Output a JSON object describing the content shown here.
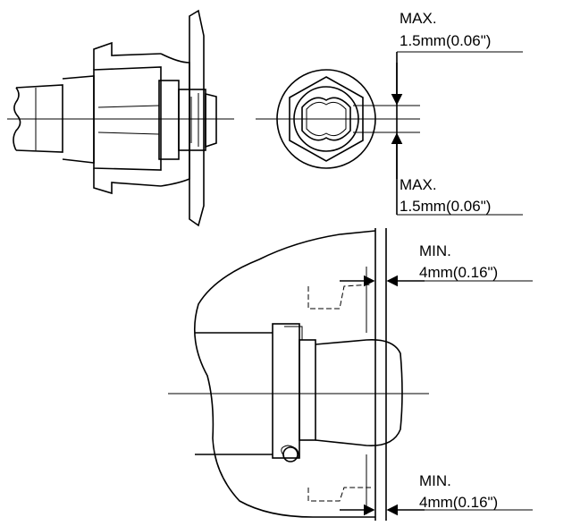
{
  "callouts": {
    "top_max": {
      "line1": "MAX.",
      "line2": "1.5mm(0.06\")"
    },
    "bottom_max": {
      "line1": "MAX.",
      "line2": "1.5mm(0.06\")"
    },
    "top_min": {
      "line1": "MIN.",
      "line2": "4mm(0.16\")"
    },
    "bottom_min": {
      "line1": "MIN.",
      "line2": "4mm(0.16\")"
    }
  },
  "colors": {
    "ink": "#000000",
    "paper": "#ffffff"
  }
}
